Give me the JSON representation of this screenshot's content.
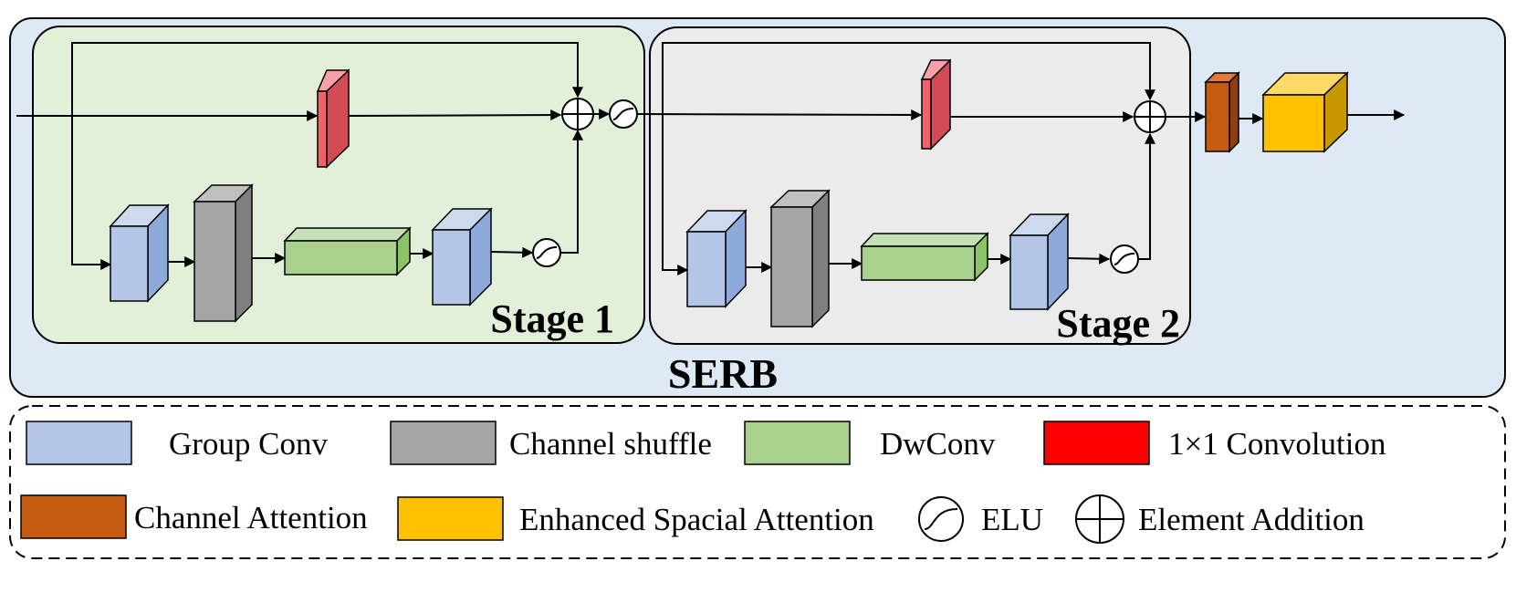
{
  "diagram": {
    "block_label": "SERB",
    "stage1_label": "Stage 1",
    "stage2_label": "Stage 2"
  },
  "colors": {
    "serb_bg": "#dde9f5",
    "stage1_bg": "#e2efd9",
    "stage2_bg": "#ebebeb",
    "group_conv": "#b4c6e7",
    "channel_shuffle": "#a5a5a5",
    "dwconv": "#a9d18e",
    "conv1x1": "#f4606a",
    "channel_attention": "#c55a11",
    "spatial_attention": "#ffc000"
  },
  "legend": {
    "group_conv": "Group Conv",
    "channel_shuffle": "Channel shuffle",
    "dwconv": "DwConv",
    "conv1x1": "1×1 Convolution",
    "channel_attention": "Channel Attention",
    "spatial_attention": "Enhanced Spacial Attention",
    "elu": "ELU",
    "element_addition": "Element Addition"
  }
}
